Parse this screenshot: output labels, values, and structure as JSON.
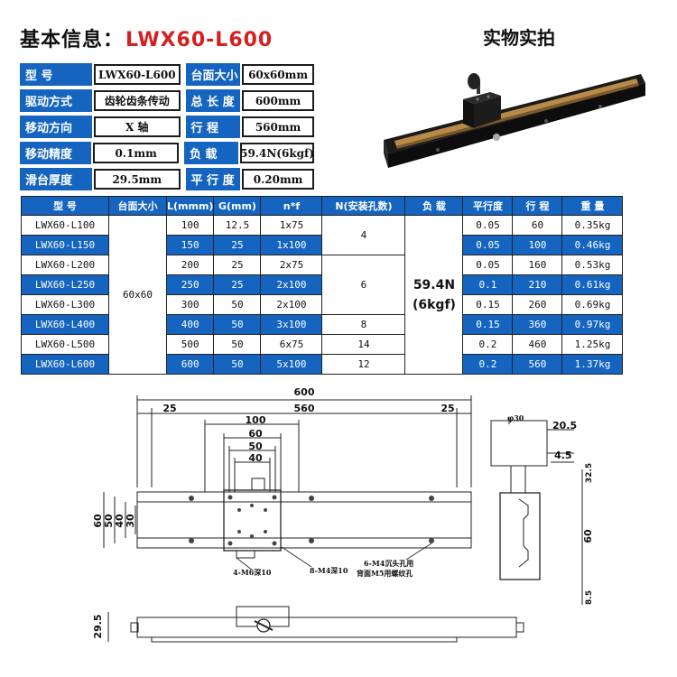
{
  "header": {
    "label": "基本信息：",
    "model": "LWX60-L600",
    "photo_title": "实物实拍"
  },
  "spec_rows": [
    {
      "l1": "型  号",
      "v1": "LWX60-L600",
      "l2": "台面大小",
      "v2": "60x60mm"
    },
    {
      "l1": "驱动方式",
      "v1": "齿轮齿条传动",
      "l2": "总 长 度",
      "v2": "600mm"
    },
    {
      "l1": "移动方向",
      "v1": "X 轴",
      "l2": "行    程",
      "v2": "560mm"
    },
    {
      "l1": "移动精度",
      "v1": "0.1mm",
      "l2": "负    载",
      "v2": "59.4N(6kgf)"
    },
    {
      "l1": "滑台厚度",
      "v1": "29.5mm",
      "l2": "平 行 度",
      "v2": "0.20mm"
    }
  ],
  "table": {
    "headers": [
      "型  号",
      "台面大小",
      "L(mmm)",
      "G(mm)",
      "n*f",
      "N(安装孔数)",
      "负 载",
      "平行度",
      "行 程",
      "重 量"
    ],
    "table_size": "60x60",
    "load_line1": "59.4N",
    "load_line2": "(6kgf)",
    "rows": [
      {
        "model": "LWX60-L100",
        "L": "100",
        "G": "12.5",
        "nf": "1x75",
        "par": "0.05",
        "travel": "60",
        "weight": "0.35kg"
      },
      {
        "model": "LWX60-L150",
        "L": "150",
        "G": "25",
        "nf": "1x100",
        "par": "0.05",
        "travel": "100",
        "weight": "0.46kg"
      },
      {
        "model": "LWX60-L200",
        "L": "200",
        "G": "25",
        "nf": "2x75",
        "par": "0.05",
        "travel": "160",
        "weight": "0.53kg"
      },
      {
        "model": "LWX60-L250",
        "L": "250",
        "G": "25",
        "nf": "2x100",
        "par": "0.1",
        "travel": "210",
        "weight": "0.61kg"
      },
      {
        "model": "LWX60-L300",
        "L": "300",
        "G": "50",
        "nf": "2x100",
        "par": "0.15",
        "travel": "260",
        "weight": "0.69kg"
      },
      {
        "model": "LWX60-L400",
        "L": "400",
        "G": "50",
        "nf": "3x100",
        "par": "0.15",
        "travel": "360",
        "weight": "0.97kg"
      },
      {
        "model": "LWX60-L500",
        "L": "500",
        "G": "50",
        "nf": "6x75",
        "par": "0.2",
        "travel": "460",
        "weight": "1.25kg"
      },
      {
        "model": "LWX60-L600",
        "L": "600",
        "G": "50",
        "nf": "5x100",
        "par": "0.2",
        "travel": "560",
        "weight": "1.37kg"
      }
    ],
    "n_groups": [
      "4",
      "6",
      "8",
      "14",
      "12"
    ]
  },
  "drawing": {
    "dim_total": "600",
    "dim_left": "25",
    "dim_mid": "560",
    "dim_right": "25",
    "dim_100": "100",
    "dim_60": "60",
    "dim_50": "50",
    "dim_40": "40",
    "side_60": "60",
    "side_50": "50",
    "side_40": "40",
    "side_30": "30",
    "note_m6": "4-M6深10",
    "note_m4": "8-M4深10",
    "note_sink1": "6-M4沉头孔用",
    "note_sink2": "背面M5用螺纹孔",
    "end_phi": "φ30",
    "end_205": "20.5",
    "end_45": "4.5",
    "end_325": "32.5",
    "end_60": "60",
    "end_85": "8.5",
    "front_295": "29.5"
  }
}
